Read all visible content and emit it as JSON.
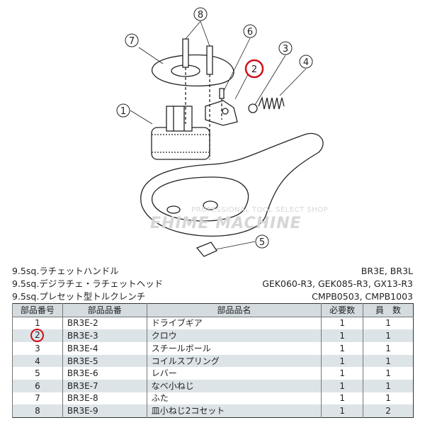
{
  "watermark": {
    "tagline": "PROFESSIONAL TOOL SELECT SHOP",
    "brand": "EHIME MACHINE"
  },
  "callouts": [
    "1",
    "2",
    "3",
    "4",
    "5",
    "6",
    "7",
    "8"
  ],
  "highlight_color": "#d0101b",
  "products": [
    {
      "name": "9.5sq.ラチェットハンドル",
      "models": "BR3E, BR3L"
    },
    {
      "name": "9.5sq.デジラチェ・ラチェットヘッド",
      "models": "GEK060-R3, GEK085-R3, GX13-R3"
    },
    {
      "name": "9.5sq.プレセット型トルクレンチ",
      "models": "CMPB0503, CMPB1003"
    }
  ],
  "table": {
    "headers": [
      "部品番号",
      "部品品番",
      "部品品名",
      "必要数",
      "員　数"
    ],
    "rows": [
      [
        "1",
        "BR3E-2",
        "ドライブギア",
        "1",
        "1"
      ],
      [
        "2",
        "BR3E-3",
        "クロウ",
        "1",
        "1"
      ],
      [
        "3",
        "BR3E-4",
        "スチールボール",
        "1",
        "1"
      ],
      [
        "4",
        "BR3E-5",
        "コイルスプリング",
        "1",
        "1"
      ],
      [
        "5",
        "BR3E-6",
        "レバー",
        "1",
        "1"
      ],
      [
        "6",
        "BR3E-7",
        "なべ小ねじ",
        "1",
        "1"
      ],
      [
        "7",
        "BR3E-8",
        "ふた",
        "1",
        "1"
      ],
      [
        "8",
        "BR3E-9",
        "皿小ねじ2コセット",
        "1",
        "2"
      ]
    ]
  }
}
